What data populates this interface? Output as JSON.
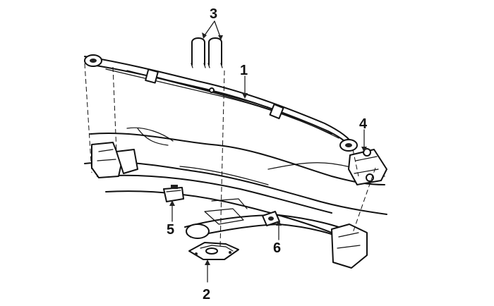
{
  "callouts": [
    {
      "id": "1",
      "text": "1",
      "part": "leaf-spring"
    },
    {
      "id": "2",
      "text": "2",
      "part": "spring-seat"
    },
    {
      "id": "3",
      "text": "3",
      "part": "u-bolts"
    },
    {
      "id": "4",
      "text": "4",
      "part": "shackle"
    },
    {
      "id": "5",
      "text": "5",
      "part": "bump-stop"
    },
    {
      "id": "6",
      "text": "6",
      "part": "bushing"
    }
  ],
  "colors": {
    "line": "#111111",
    "background": "#ffffff"
  }
}
